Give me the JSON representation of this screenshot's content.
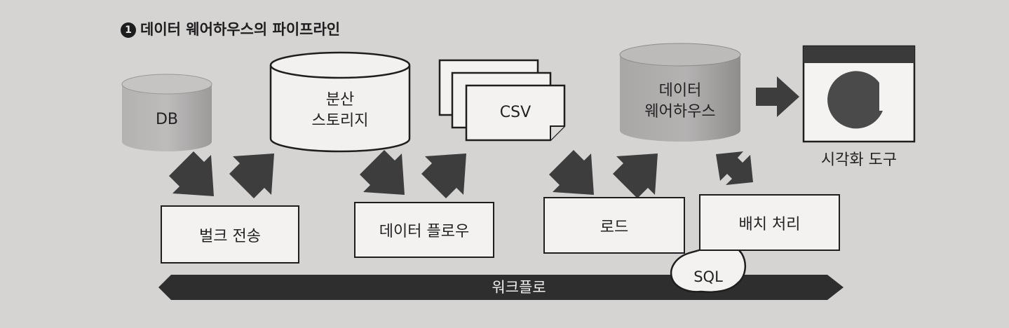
{
  "title": {
    "marker": "1",
    "text": "데이터 웨어하우스의 파이프라인"
  },
  "nodes": {
    "db": "DB",
    "distributed_storage_line1": "분산",
    "distributed_storage_line2": "스토리지",
    "csv": "CSV",
    "warehouse_line1": "데이터",
    "warehouse_line2": "웨어하우스",
    "viz_tool": "시각화 도구"
  },
  "processes": {
    "bulk_transfer": "벌크 전송",
    "data_flow": "데이터 플로우",
    "load": "로드",
    "batch": "배치 처리"
  },
  "callout": "SQL",
  "workflow": "워크플로",
  "colors": {
    "db_fill": "#a9a7a6",
    "warehouse_fill": "#a3a1a0",
    "box_fill": "#f3f2f0",
    "arrow_fill": "#3d3d3d",
    "workflow_band": "#2e2e2e",
    "background": "#d6d4d2"
  }
}
